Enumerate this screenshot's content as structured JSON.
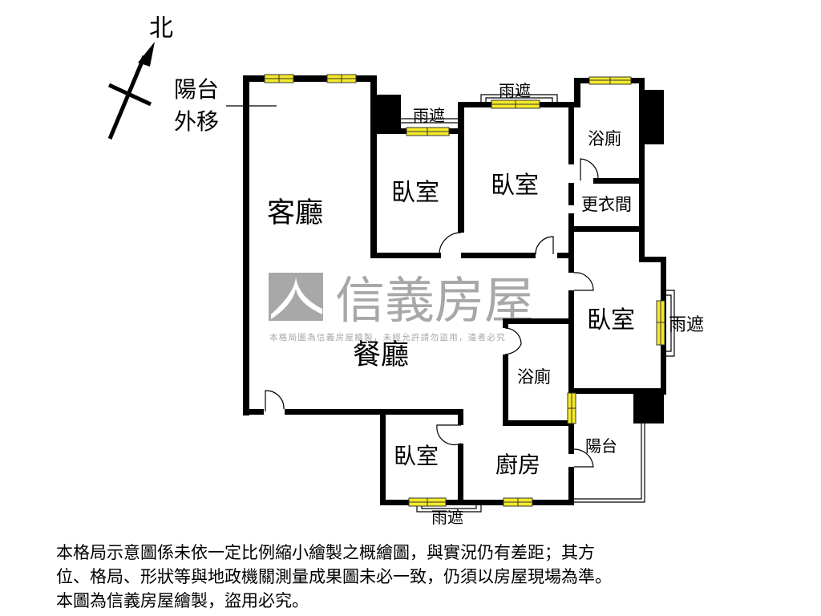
{
  "compass": {
    "north_label": "北"
  },
  "annotations": {
    "balcony_moved": [
      "陽台",
      "外移"
    ]
  },
  "rooms": {
    "living": "客廳",
    "dining": "餐廳",
    "bedroom_1": "臥室",
    "bedroom_2": "臥室",
    "bedroom_3": "臥室",
    "bedroom_4": "臥室",
    "bath_1": "浴廁",
    "bath_2": "浴廁",
    "closet": "更衣間",
    "kitchen": "廚房",
    "balcony": "陽台",
    "awning_1": "雨遮",
    "awning_2": "雨遮",
    "awning_3": "雨遮",
    "awning_4": "雨遮"
  },
  "watermark": {
    "brand": "信義房屋",
    "notice": "本格局圖為信義房屋繪製，未經允許請勿盜用，違者必究"
  },
  "colors": {
    "wall": "#000000",
    "window": "#f4ea2a",
    "watermark": "#a8a8a8"
  },
  "disclaimer": [
    "本格局示意圖係未依一定比例縮小繪製之概繪圖，與實況仍有差距；其方",
    "位、格局、形狀等與地政機關測量成果圖未必一致，仍須以房屋現場為準。",
    "本圖為信義房屋繪製，盜用必究。"
  ]
}
